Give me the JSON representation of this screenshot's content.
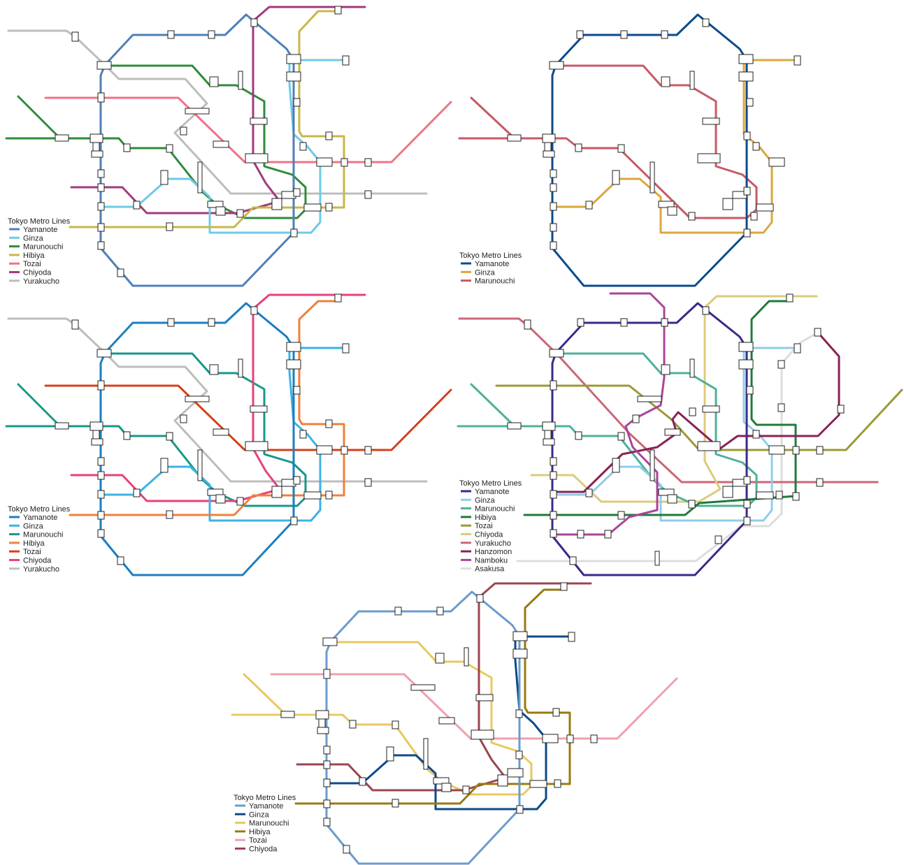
{
  "colors": {
    "background": "#ffffff",
    "station_fill": "#ffffff",
    "station_stroke": "#222222"
  },
  "maps": [
    {
      "legend_title": "Tokyo Metro Lines",
      "lines": [
        {
          "name": "Yamanote",
          "color": "#4f7fb5"
        },
        {
          "name": "Ginza",
          "color": "#6ccbe6"
        },
        {
          "name": "Marunouchi",
          "color": "#2e8b3a"
        },
        {
          "name": "Hibiya",
          "color": "#c7b845"
        },
        {
          "name": "Tozai",
          "color": "#f07387"
        },
        {
          "name": "Chiyoda",
          "color": "#a23a7d"
        },
        {
          "name": "Yurakucho",
          "color": "#bdbdbd"
        }
      ]
    },
    {
      "legend_title": "Tokyo Metro Lines",
      "lines": [
        {
          "name": "Yamanote",
          "color": "#0d4a8a"
        },
        {
          "name": "Ginza",
          "color": "#dba73e"
        },
        {
          "name": "Marunouchi",
          "color": "#c65a66"
        }
      ]
    },
    {
      "legend_title": "Tokyo Metro Lines",
      "lines": [
        {
          "name": "Yamanote",
          "color": "#1b7ec2"
        },
        {
          "name": "Ginza",
          "color": "#3bb3e6"
        },
        {
          "name": "Marunouchi",
          "color": "#16988a"
        },
        {
          "name": "Hibiya",
          "color": "#f0803c"
        },
        {
          "name": "Tozai",
          "color": "#d6401a"
        },
        {
          "name": "Chiyoda",
          "color": "#e8407c"
        },
        {
          "name": "Yurakucho",
          "color": "#bdbdbd"
        }
      ]
    },
    {
      "legend_title": "Tokyo Metro Lines",
      "lines": [
        {
          "name": "Yamanote",
          "color": "#3a2a8a"
        },
        {
          "name": "Ginza",
          "color": "#8fcdea"
        },
        {
          "name": "Marunouchi",
          "color": "#4fb09a"
        },
        {
          "name": "Hibiya",
          "color": "#1f7a3a"
        },
        {
          "name": "Tozai",
          "color": "#9a9a35"
        },
        {
          "name": "Chiyoda",
          "color": "#dccb7c"
        },
        {
          "name": "Yurakucho",
          "color": "#cc6677"
        },
        {
          "name": "Hanzomon",
          "color": "#882255"
        },
        {
          "name": "Namboku",
          "color": "#aa4499"
        },
        {
          "name": "Asakusa",
          "color": "#dddddd"
        }
      ]
    },
    {
      "legend_title": "Tokyo Metro Lines",
      "lines": [
        {
          "name": "Yamanote",
          "color": "#6b9bcf"
        },
        {
          "name": "Ginza",
          "color": "#0d4a8a"
        },
        {
          "name": "Marunouchi",
          "color": "#e8c860"
        },
        {
          "name": "Hibiya",
          "color": "#9a7a10"
        },
        {
          "name": "Tozai",
          "color": "#f0a0b0"
        },
        {
          "name": "Chiyoda",
          "color": "#9a4550"
        }
      ]
    }
  ]
}
